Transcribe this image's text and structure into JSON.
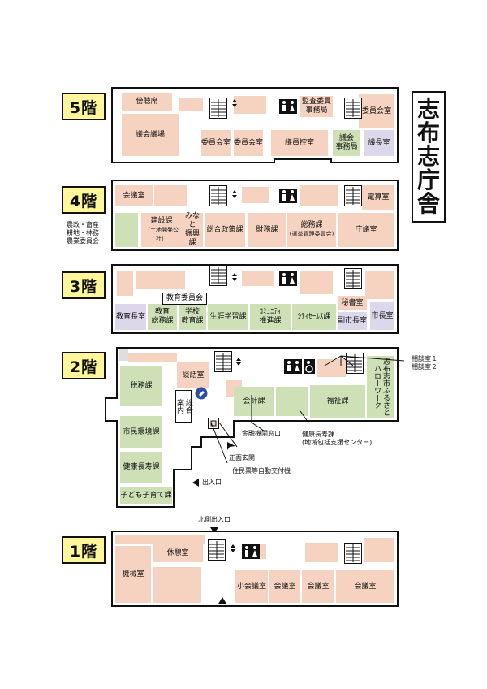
{
  "title_chars": [
    "志",
    "布",
    "志",
    "庁",
    "舎"
  ],
  "floors": {
    "f5": {
      "badge": "5階",
      "rooms": {
        "bouchouseki": "傍聴席",
        "gikai_gijou": "議会議場",
        "kansa": "監査委員\n事務局",
        "iinkai1": "委員会室",
        "iinkai2": "委員会室",
        "iinkai3": "委員会室",
        "giin_hikae": "議員控室",
        "gikai_jimu": "議会\n事務局",
        "gichou": "議長室"
      }
    },
    "f4": {
      "badge": "4階",
      "rooms": {
        "kaigi": "会議室",
        "densan": "電算室",
        "nousei": "農政・畜産\n耕地・林務\n農業委員会",
        "kensetsu": "建設課",
        "kensetsu_sub": "（土地開発公社）",
        "minato": "みなと\n振興課",
        "sougou_seisaku": "総合政策課",
        "zaimu": "財務課",
        "soumu": "総務課",
        "soumu_sub": "(選挙管理委員会)",
        "chougi": "庁議室"
      }
    },
    "f3": {
      "badge": "3階",
      "rooms": {
        "kyouiku_iinkai": "教育委員会",
        "kyouikuchou": "教育長室",
        "kyouiku_soumu": "教育\n総務課",
        "gakkou": "学校\n教育課",
        "shougai": "生涯学習課",
        "community": "ｺﾐｭﾆﾃｨ\n推進課",
        "city_sales": "ｼﾃｨｾｰﾙｽ課",
        "hisho": "秘書室",
        "fukushichou": "副市長室",
        "shichou": "市長室"
      }
    },
    "f2": {
      "badge": "2階",
      "rooms": {
        "danwa": "談話室",
        "zeimu": "税務課",
        "shimin_kankyou": "市民環境課",
        "kenkou_chouju": "健康長寿課",
        "kodomo": "子ども子育て課",
        "sougou_annai": "総合\n案内",
        "kaikei": "会計課",
        "fukushi": "福祉課",
        "hellowork": "志布志市ふるさと\nハローワーク"
      },
      "callouts": {
        "soudan": "相談室１\n相談室２",
        "kinyuu": "金融機関窓口",
        "kenkou_center": "健康長寿課\n(地域包括支援センター)",
        "shoumen": "正面玄関",
        "jidou": "住民票等自動交付機",
        "deiriguchi": "出入口"
      }
    },
    "f1": {
      "badge": "1階",
      "rooms": {
        "kyuukei": "休憩室",
        "kikai": "機械室",
        "shoukaigi": "小会議室",
        "kaigi1": "会議室",
        "kaigi2": "会議室",
        "kaigi3": "会議室"
      },
      "callouts": {
        "kita_deiriguchi": "北側出入口"
      }
    }
  },
  "colors": {
    "office": "#f6d3c1",
    "counter": "#cde0b6",
    "exec": "#dcd7ea",
    "badge": "#fff799"
  },
  "icons": [
    "stairs-icon",
    "elevator-icon",
    "restroom-icon",
    "accessible-restroom-icon",
    "arrow-icon"
  ]
}
